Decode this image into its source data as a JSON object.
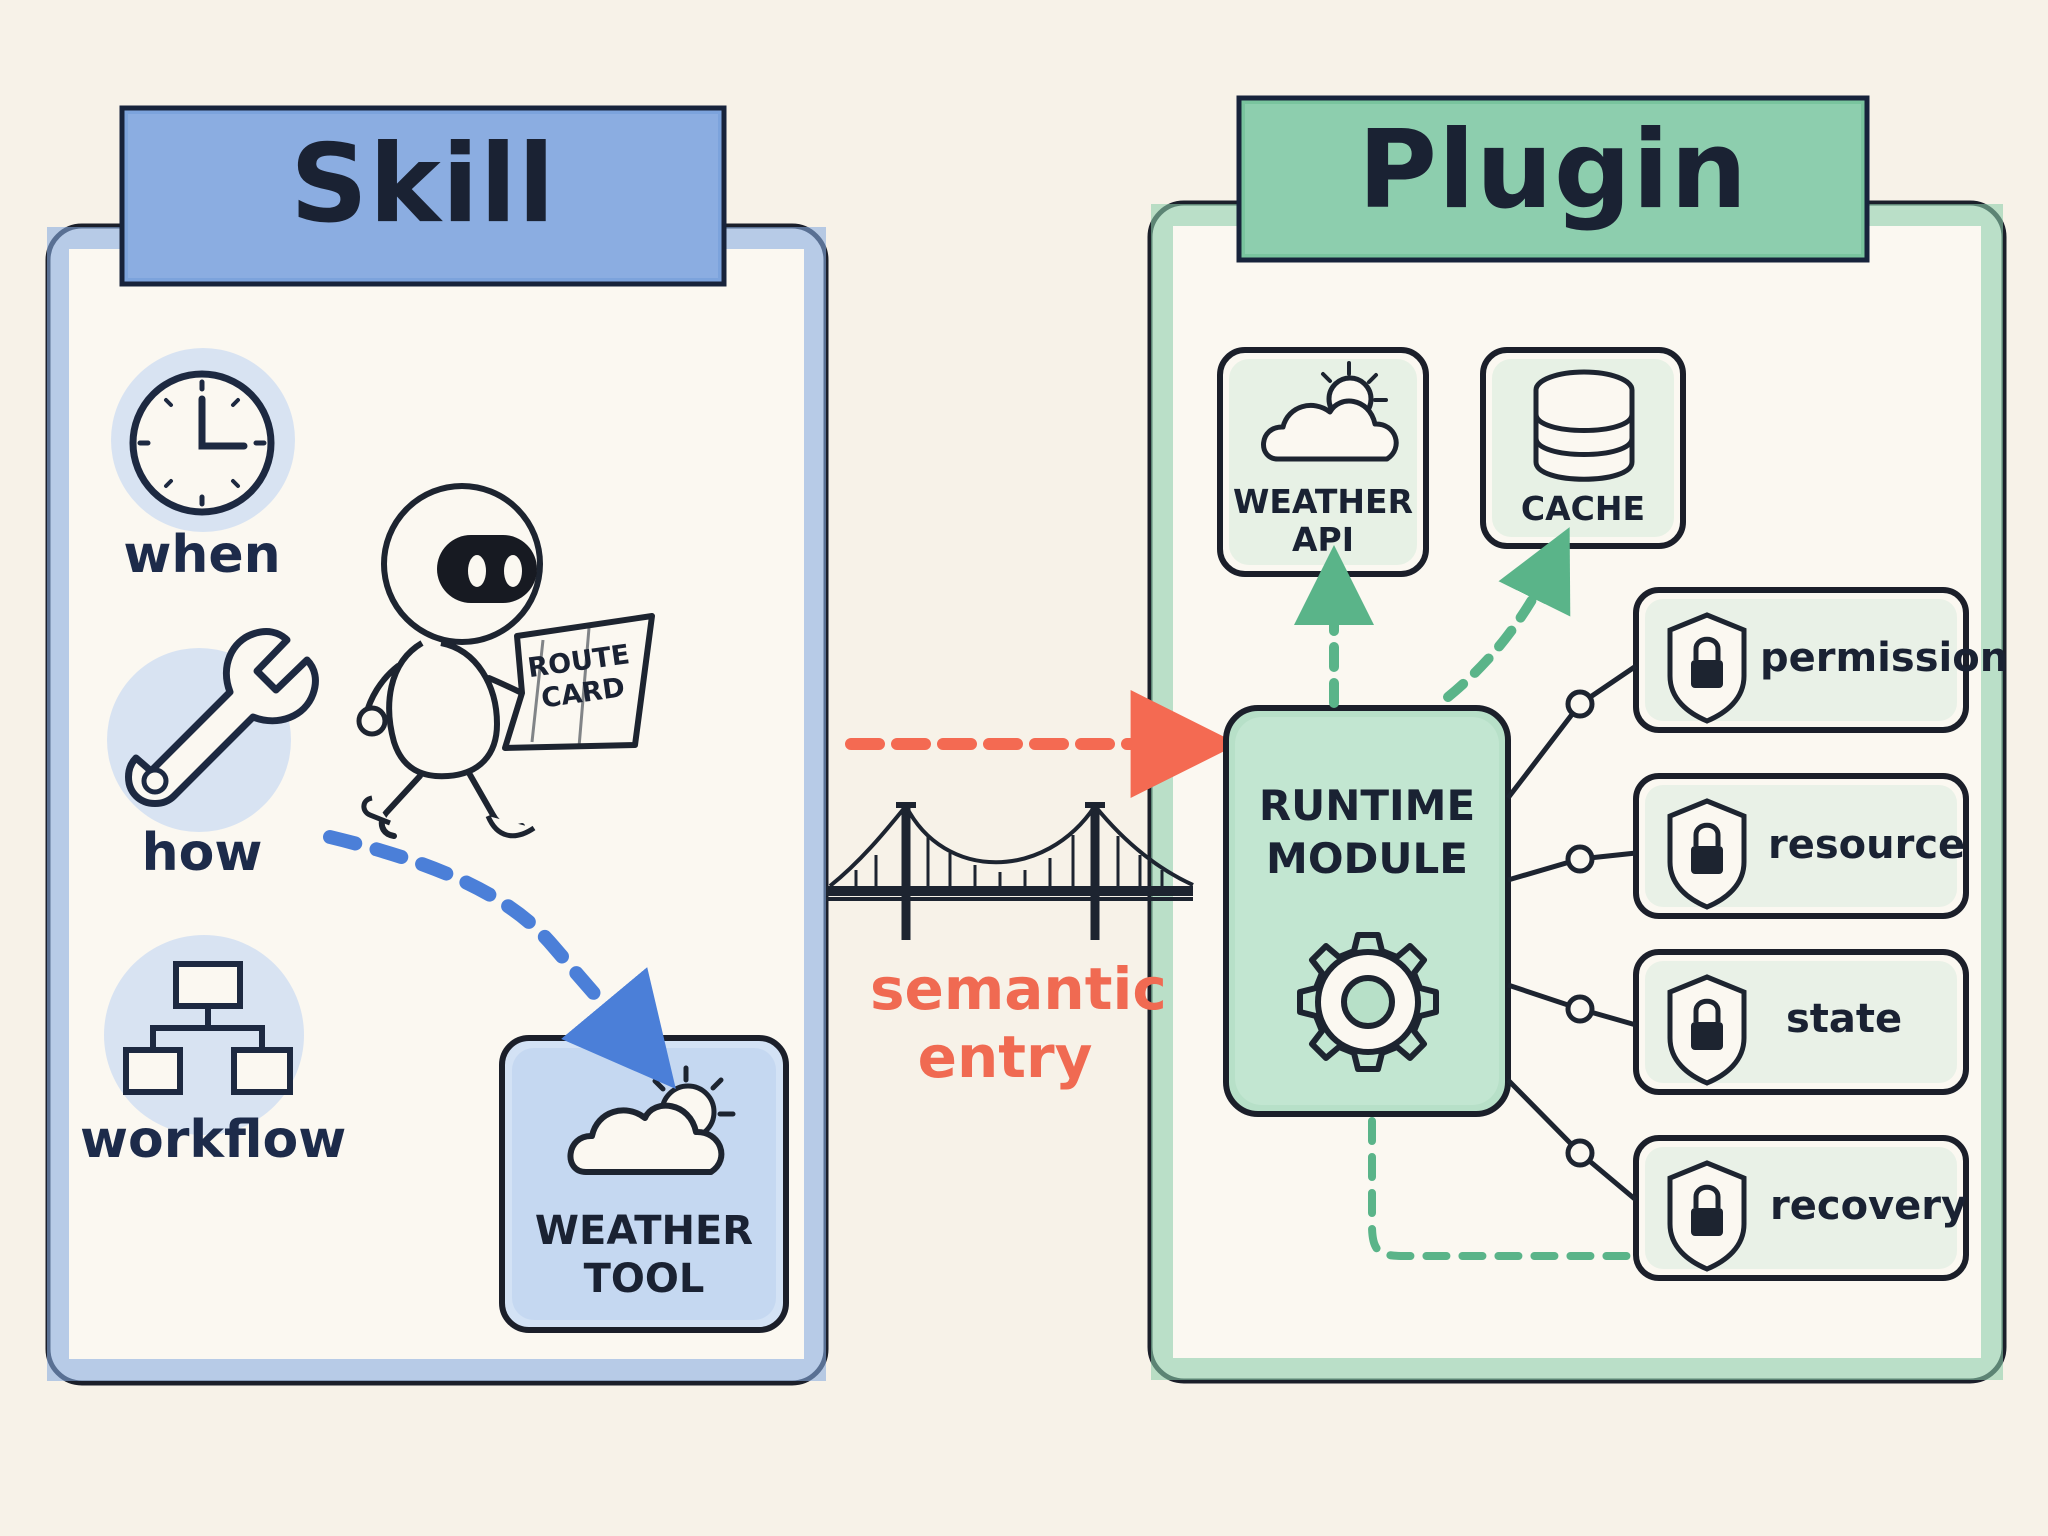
{
  "skill": {
    "title": "Skill",
    "items": [
      {
        "label": "when",
        "icon": "clock-icon"
      },
      {
        "label": "how",
        "icon": "wrench-icon"
      },
      {
        "label": "workflow",
        "icon": "workflow-icon"
      }
    ],
    "route_card": "ROUTE CARD",
    "tool": {
      "label": "WEATHER TOOL",
      "icon": "weather-icon"
    }
  },
  "bridge": {
    "label": "semantic entry",
    "icon": "bridge-icon"
  },
  "plugin": {
    "title": "Plugin",
    "weather_api": {
      "label": "WEATHER API",
      "icon": "weather-icon"
    },
    "cache": {
      "label": "CACHE",
      "icon": "database-icon"
    },
    "runtime": {
      "label": "RUNTIME MODULE",
      "icon": "gear-icon"
    },
    "locks": [
      {
        "label": "permission",
        "icon": "lock-shield-icon"
      },
      {
        "label": "resource",
        "icon": "lock-shield-icon"
      },
      {
        "label": "state",
        "icon": "lock-shield-icon"
      },
      {
        "label": "recovery",
        "icon": "lock-shield-icon"
      }
    ]
  },
  "colors": {
    "skill_blue": "#7ea5df",
    "skill_fill": "#dce8f7",
    "plugin_green": "#7fc8a5",
    "plugin_fill": "#dff1e6",
    "arrow_red": "#f46a52",
    "ink": "#1a2233",
    "background": "#f7f2e8"
  }
}
